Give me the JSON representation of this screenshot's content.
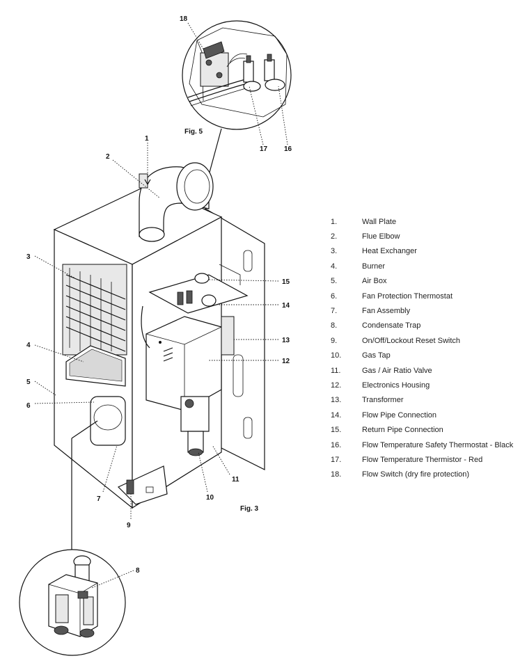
{
  "figures": {
    "fig5_label": "Fig. 5",
    "fig3_label": "Fig. 3"
  },
  "callouts": {
    "c1": "1",
    "c2": "2",
    "c3": "3",
    "c4": "4",
    "c5": "5",
    "c6": "6",
    "c7": "7",
    "c8": "8",
    "c9": "9",
    "c10": "10",
    "c11": "11",
    "c12": "12",
    "c13": "13",
    "c14": "14",
    "c15": "15",
    "c16": "16",
    "c17": "17",
    "c18": "18"
  },
  "legend": [
    {
      "num": "1.",
      "text": "Wall Plate"
    },
    {
      "num": "2.",
      "text": "Flue Elbow"
    },
    {
      "num": "3.",
      "text": "Heat Exchanger"
    },
    {
      "num": "4.",
      "text": "Burner"
    },
    {
      "num": "5.",
      "text": "Air Box"
    },
    {
      "num": "6.",
      "text": "Fan Protection Thermostat"
    },
    {
      "num": "7.",
      "text": "Fan Assembly"
    },
    {
      "num": "8.",
      "text": "Condensate Trap"
    },
    {
      "num": "9.",
      "text": "On/Off/Lockout Reset Switch"
    },
    {
      "num": "10.",
      "text": "Gas Tap"
    },
    {
      "num": "11.",
      "text": "Gas / Air Ratio Valve"
    },
    {
      "num": "12.",
      "text": "Electronics Housing"
    },
    {
      "num": "13.",
      "text": "Transformer"
    },
    {
      "num": "14.",
      "text": "Flow Pipe Connection"
    },
    {
      "num": "15.",
      "text": "Return Pipe Connection"
    },
    {
      "num": "16.",
      "text": "Flow Temperature Safety Thermostat - Black"
    },
    {
      "num": "17.",
      "text": "Flow Temperature Thermistor - Red"
    },
    {
      "num": "18.",
      "text": "Flow Switch (dry fire protection)"
    }
  ]
}
